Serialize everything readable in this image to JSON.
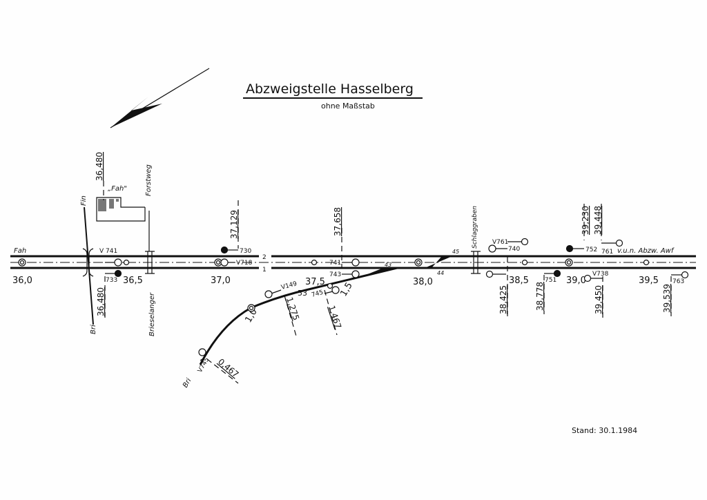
{
  "title": "Abzweigstelle Hasselberg",
  "subtitle": "ohne Maßstab",
  "stand": "Stand: 30.1.1984",
  "stations": {
    "fah": "Fah",
    "fin": "Fin",
    "bri": "Bri",
    "bri_branch": "Bri",
    "brieselanger": "Brieselanger",
    "forstweg": "Forstweg",
    "fah_building": "„Fah\"",
    "schlaggraben": "Schlaggraben",
    "awf": "v.u.n. Abzw. Awf"
  },
  "km": {
    "k360": "36,0",
    "k365": "36,5",
    "k370": "37,0",
    "k375": "37,5",
    "k380": "38,0",
    "k385": "38,5",
    "k390": "39,0",
    "k395": "39,5",
    "b10": "1,0",
    "b15": "1,5",
    "b53": "53"
  },
  "markers": {
    "m36480t": "36,480",
    "m36480b": "36,480",
    "m37129": "37,129",
    "m37658": "37,658",
    "m38425": "38,425",
    "m38778": "38,778",
    "m39230": "39,230",
    "m39448": "39,448",
    "m39450": "39,450",
    "m39539": "39,539",
    "m1275": "1,275",
    "m1467": "1,467",
    "m0467": "0,467"
  },
  "signals": {
    "v741": "V 741",
    "s733": "733",
    "s730": "730",
    "v718": "V718",
    "s741": "741",
    "s743": "743",
    "v149": "V149",
    "s745": "745",
    "v745": "V745",
    "v761": "V761",
    "s740": "740",
    "s752": "752",
    "s761": "761",
    "s751": "751",
    "v738": "V738",
    "s763": "763"
  },
  "tracks": {
    "t2": "2",
    "t1": "1"
  },
  "switches": {
    "w43": "43",
    "w44": "44",
    "w45": "45"
  }
}
